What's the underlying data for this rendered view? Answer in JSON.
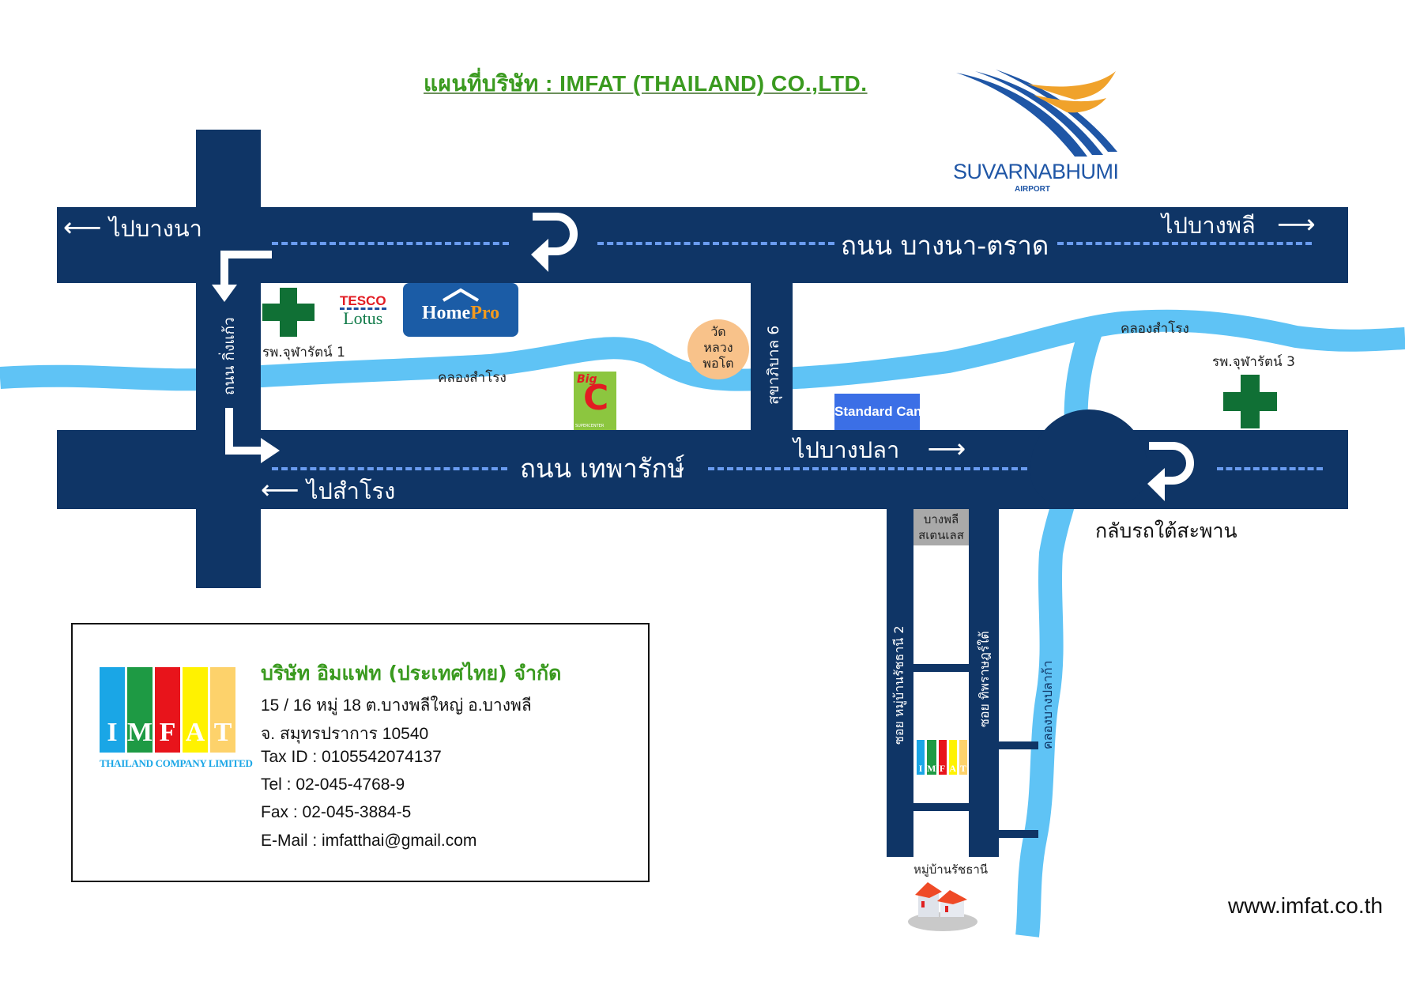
{
  "title": "แผนที่บริษัท : IMFAT (THAILAND) CO.,LTD.",
  "airport_logo": {
    "name": "SUVARNABHUMI",
    "subtitle": "AIRPORT",
    "colors": {
      "blue": "#1f56a6",
      "orange": "#f0a22b"
    }
  },
  "roads": {
    "bangna_trat": {
      "name": "ถนน บางนา-ตราด",
      "left_direction": "ไปบางนา",
      "right_direction": "ไปบางพลี"
    },
    "theparak": {
      "name": "ถนน เทพารักษ์",
      "left_direction": "ไปสำโรง",
      "right_direction": "ไปบางปลา",
      "u_turn_label": "กลับรถใต้สะพาน"
    },
    "king_kaeo": {
      "name": "ถนน กิ่งแก้ว"
    },
    "sukhaphiban_6": {
      "name": "สุขาภิบาล 6"
    },
    "soi_rachathani_2": {
      "name": "ซอย หมู่บ้านรัชธานี 2"
    },
    "soi_thipphawan": {
      "name": "ซอย ทิพราษฎร์ใต้"
    }
  },
  "canals": {
    "samrong_1": "คลองสำโรง",
    "samrong_2": "คลองสำโรง",
    "bang_pla": "คลองบางปลาก้า"
  },
  "landmarks": {
    "hospital_1": "รพ.จุฬารัตน์ 1",
    "hospital_3": "รพ.จุฬารัตน์ 3",
    "tesco_top": "TESCO",
    "tesco_bottom": "Lotus",
    "homepro_home": "Home",
    "homepro_pro": "Pro",
    "bigc_top": "Big",
    "bigc_letter": "C",
    "bigc_bottom": "SUPERCENTER",
    "temple_lines": [
      "วัด",
      "หลวง",
      "พอโต"
    ],
    "standard_can": "Standard Can",
    "bangphli_stainless_lines": [
      "บางพลี",
      "สเตนเลส"
    ],
    "village": "หมู่บ้านรัชธานี"
  },
  "company_card": {
    "name_th": "บริษัท อิมแฟท (ประเทศไทย) จำกัด",
    "address_1": "15 / 16 หมู่ 18 ต.บางพลีใหญ่ อ.บางพลี",
    "address_2": "จ. สมุทรปราการ 10540",
    "tax_id": "Tax ID : 0105542074137",
    "tel": "Tel : 02-045-4768-9",
    "fax": "Fax : 02-045-3884-5",
    "email": "E-Mail : imfatthai@gmail.com",
    "logo_letters": [
      "I",
      "M",
      "F",
      "A",
      "T"
    ],
    "logo_colors": [
      "#1aa6e6",
      "#1e9a44",
      "#e8141b",
      "#fff200",
      "#fdd26b"
    ],
    "logo_tagline": "THAILAND COMPANY LIMITED"
  },
  "website": "www.imfat.co.th",
  "colors": {
    "road": "#0f3566",
    "canal": "#5fc3f5",
    "lane_dash": "#6a9cf0",
    "hospital_cross": "#107035",
    "title_green": "#3a9a1f"
  }
}
